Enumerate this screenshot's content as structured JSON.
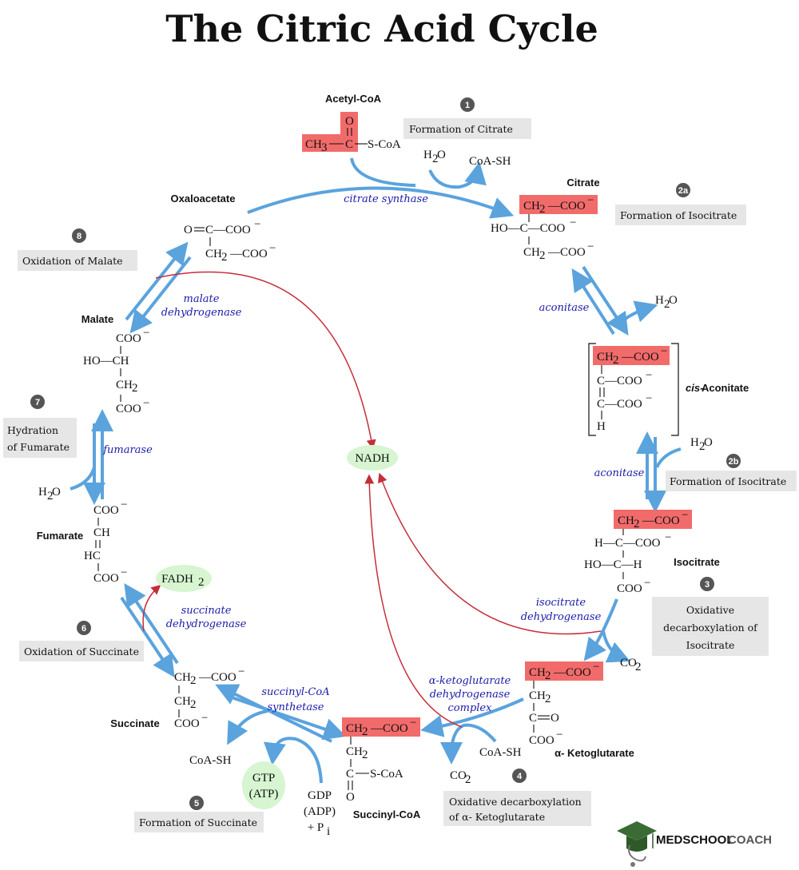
{
  "title": "The Citric Acid Cycle",
  "brand": {
    "part1": "MEDSCHOOL",
    "part2": "COACH"
  },
  "steps": [
    {
      "num": "1",
      "lines": [
        "Formation of Citrate"
      ]
    },
    {
      "num": "2a",
      "lines": [
        "Formation of Isocitrate"
      ]
    },
    {
      "num": "2b",
      "lines": [
        "Formation of Isocitrate"
      ]
    },
    {
      "num": "3",
      "lines": [
        "Oxidative",
        "decarboxylation of",
        "Isocitrate"
      ]
    },
    {
      "num": "4",
      "lines": [
        "Oxidative decarboxylation",
        "of α- Ketoglutarate"
      ]
    },
    {
      "num": "5",
      "lines": [
        "Formation of Succinate"
      ]
    },
    {
      "num": "6",
      "lines": [
        "Oxidation of Succinate"
      ]
    },
    {
      "num": "7",
      "lines": [
        "Hydration",
        "of Fumarate"
      ]
    },
    {
      "num": "8",
      "lines": [
        "Oxidation of Malate"
      ]
    }
  ],
  "molecules": {
    "acetyl_coa": "Acetyl-CoA",
    "citrate": "Citrate",
    "cis_aconitate_prefix": "cis-",
    "cis_aconitate": " Aconitate",
    "isocitrate": "Isocitrate",
    "alpha_kg": "α- Ketoglutarate",
    "succinyl_coa": "Succinyl-CoA",
    "succinate": "Succinate",
    "fumarate": "Fumarate",
    "malate": "Malate",
    "oxaloacetate": "Oxaloacetate"
  },
  "enzymes": {
    "citrate_synthase": "citrate synthase",
    "aconitase": "aconitase",
    "isocitrate_dh": [
      "isocitrate",
      "dehydrogenase"
    ],
    "akg_dh": [
      "α-ketoglutarate",
      "dehydrogenase",
      "complex"
    ],
    "succinyl_coa_synthetase": [
      "succinyl-CoA",
      "synthetase"
    ],
    "succinate_dh": [
      "succinate",
      "dehydrogenase"
    ],
    "fumarase": "fumarase",
    "malate_dh": [
      "malate",
      "dehydrogenase"
    ]
  },
  "cofactors": {
    "nadh": "NADH",
    "fadh2": "FADH",
    "gtp": "GTP",
    "atp": "(ATP)",
    "gdp": "GDP",
    "adp": "(ADP)",
    "pi": "+ P",
    "h2o": "H",
    "coa_sh": "CoA-SH",
    "co2": "CO"
  },
  "colors": {
    "highlight": "#f26b6b",
    "arrow": "#5aa3dd",
    "red_arrow": "#c42e3a",
    "enzyme": "#1a1aa8",
    "cofactor_bubble": "#d6f5d0",
    "step_box": "#e6e6e6"
  }
}
